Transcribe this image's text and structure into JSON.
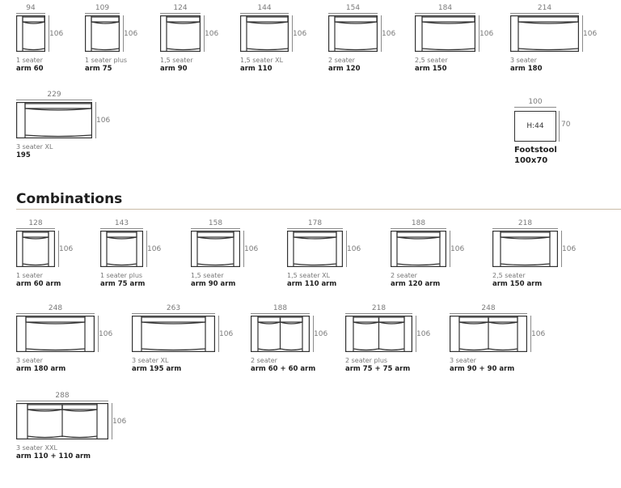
{
  "modules": [
    {
      "width": "94",
      "height": "106",
      "name": "1 seater",
      "arm": "arm 60",
      "type": "L"
    },
    {
      "width": "109",
      "height": "106",
      "name": "1 seater plus",
      "arm": "arm 75",
      "type": "L"
    },
    {
      "width": "124",
      "height": "106",
      "name": "1,5 seater",
      "arm": "arm 90",
      "type": "L"
    },
    {
      "width": "144",
      "height": "106",
      "name": "1,5 seater XL",
      "arm": "arm 110",
      "type": "L"
    },
    {
      "width": "154",
      "height": "106",
      "name": "2 seater",
      "arm": "arm 120",
      "type": "L"
    },
    {
      "width": "184",
      "height": "106",
      "name": "2,5 seater",
      "arm": "arm 150",
      "type": "L"
    },
    {
      "width": "214",
      "height": "106",
      "name": "3 seater",
      "arm": "arm 180",
      "type": "L"
    },
    {
      "width": "229",
      "height": "106",
      "name": "3 seater XL",
      "arm": "195",
      "type": "L"
    }
  ],
  "footstool": {
    "width": "100",
    "depth": "70",
    "height_label": "H:44",
    "name": "Footstool",
    "size": "100x70"
  },
  "combinations_title": "Combinations",
  "combinations": [
    {
      "width": "128",
      "height": "106",
      "name": "1 seater",
      "arm": "arm 60 arm",
      "type": "B"
    },
    {
      "width": "143",
      "height": "106",
      "name": "1 seater plus",
      "arm": "arm 75 arm",
      "type": "B"
    },
    {
      "width": "158",
      "height": "106",
      "name": "1,5 seater",
      "arm": "arm 90 arm",
      "type": "B"
    },
    {
      "width": "178",
      "height": "106",
      "name": "1,5 seater XL",
      "arm": "arm 110 arm",
      "type": "B"
    },
    {
      "width": "188",
      "height": "106",
      "name": "2 seater",
      "arm": "arm 120 arm",
      "type": "B"
    },
    {
      "width": "218",
      "height": "106",
      "name": "2,5 seater",
      "arm": "arm 150 arm",
      "type": "B"
    },
    {
      "width": "248",
      "height": "106",
      "name": "3 seater",
      "arm": "arm 180 arm",
      "type": "B"
    },
    {
      "width": "263",
      "height": "106",
      "name": "3 seater XL",
      "arm": "arm 195 arm",
      "type": "B"
    },
    {
      "width": "188",
      "height": "106",
      "name": "2 seater",
      "arm": "arm 60 + 60 arm",
      "type": "D"
    },
    {
      "width": "218",
      "height": "106",
      "name": "2 seater plus",
      "arm": "arm 75 + 75 arm",
      "type": "D"
    },
    {
      "width": "248",
      "height": "106",
      "name": "3 seater",
      "arm": "arm 90 + 90 arm",
      "type": "D"
    },
    {
      "width": "288",
      "height": "106",
      "name": "3 seater XXL",
      "arm": "arm 110 + 110 arm",
      "type": "D"
    }
  ]
}
